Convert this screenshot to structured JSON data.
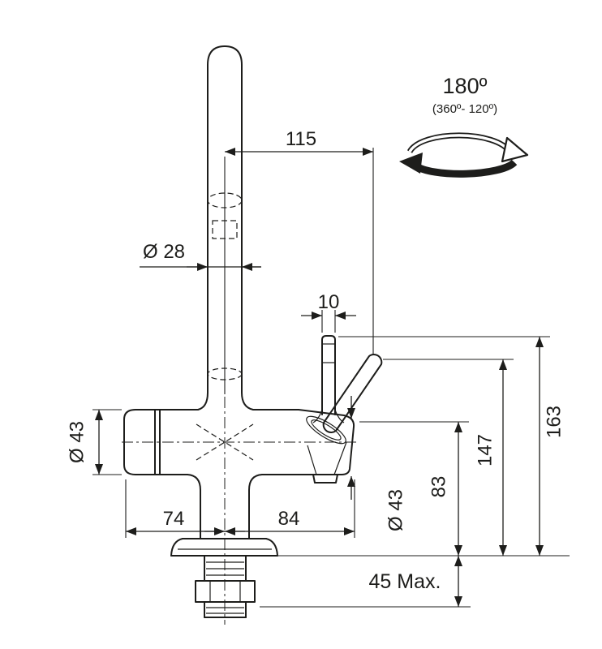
{
  "drawing": {
    "colors": {
      "line": "#1d1d1b",
      "background": "#ffffff"
    }
  },
  "rotation": {
    "angle": "180º",
    "range": "(360º- 120º)"
  },
  "dims": {
    "reach": "115",
    "spout_diameter": "Ø 28",
    "lever_width": "10",
    "total_height": "163",
    "lever_height": "147",
    "body_height": "83",
    "handle_diameter": "Ø 43",
    "body_diameter": "Ø 43",
    "left_offset": "74",
    "right_offset": "84",
    "max_counter_thickness": "45 Max."
  }
}
